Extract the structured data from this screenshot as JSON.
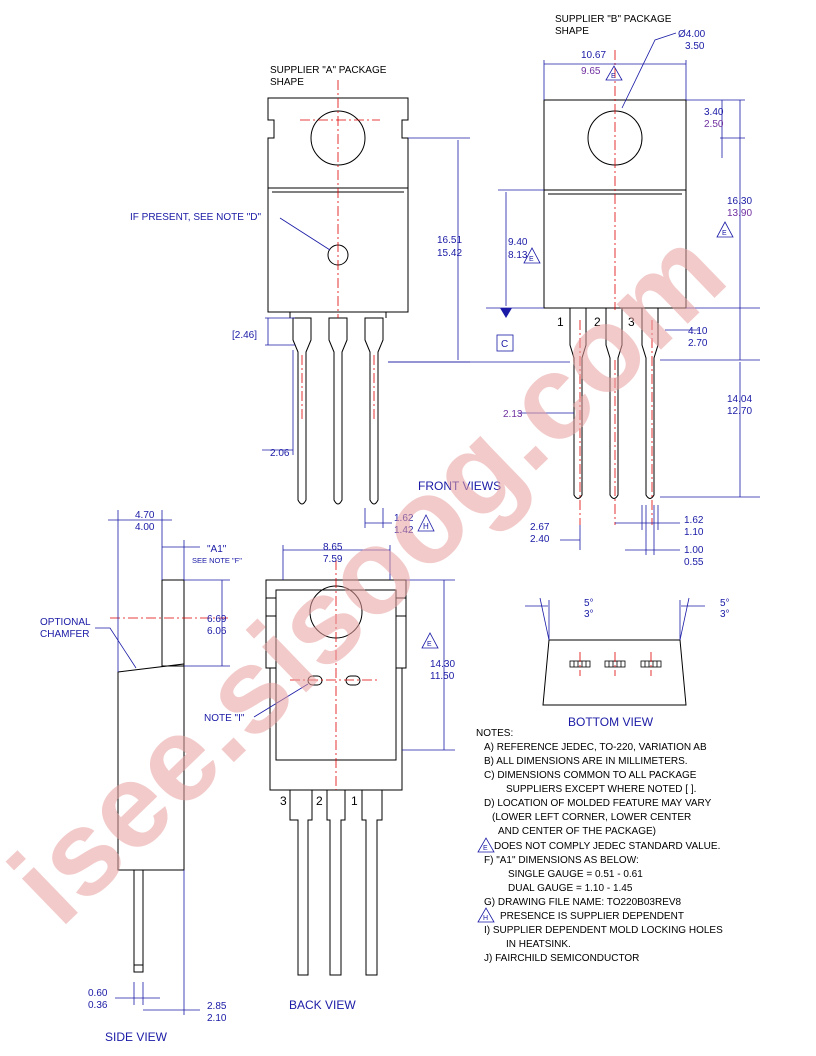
{
  "labels": {
    "supplier_a": [
      "SUPPLIER \"A\" PACKAGE",
      "SHAPE"
    ],
    "supplier_b": [
      "SUPPLIER \"B\" PACKAGE",
      "SHAPE"
    ],
    "if_present": "IF PRESENT, SEE NOTE \"D\"",
    "front_views": "FRONT VIEWS",
    "bottom_view": "BOTTOM VIEW",
    "back_view": "BACK VIEW",
    "side_view": "SIDE VIEW",
    "optional_chamfer": [
      "OPTIONAL",
      "CHAMFER"
    ],
    "note_i": "NOTE \"I\"",
    "a1": "\"A1\"",
    "see_note_f": "SEE NOTE \"F\"",
    "datum_c": "C",
    "pin_front": [
      "1",
      "2",
      "3"
    ],
    "pin_back": [
      "3",
      "2",
      "1"
    ]
  },
  "dims": {
    "d1067": "10.67",
    "d965": "9.65",
    "d400": "Ø4.00",
    "d350": "3.50",
    "d340": "3.40",
    "d250": "2.50",
    "d1630": "16.30",
    "d1390": "13.90",
    "d1651": "16.51",
    "d1542": "15.42",
    "d940": "9.40",
    "d813": "8.13",
    "d246": "[2.46]",
    "d410": "4.10",
    "d270": "2.70",
    "d213": "2.13",
    "d1404": "14.04",
    "d1270": "12.70",
    "d206": "2.06",
    "d162a": "1.62",
    "d142": "1.42",
    "d267": "2.67",
    "d240": "2.40",
    "d162b": "1.62",
    "d110": "1.10",
    "d100": "1.00",
    "d055": "0.55",
    "d470": "4.70",
    "d400b": "4.00",
    "d865": "8.65",
    "d759": "7.59",
    "d669": "6.69",
    "d606": "6.06",
    "d1430": "14.30",
    "d1150": "11.50",
    "d060": "0.60",
    "d036": "0.36",
    "d285": "2.85",
    "d210": "2.10",
    "deg5a": "5°",
    "deg3a": "3°",
    "deg5b": "5°",
    "deg3b": "3°"
  },
  "notes": [
    "NOTES:",
    "A) REFERENCE JEDEC, TO-220, VARIATION AB",
    "B) ALL DIMENSIONS ARE IN MILLIMETERS.",
    "C) DIMENSIONS COMMON TO ALL PACKAGE",
    "SUPPLIERS EXCEPT WHERE NOTED [  ].",
    "D) LOCATION OF MOLDED FEATURE MAY VARY",
    "(LOWER LEFT CORNER, LOWER CENTER",
    "AND CENTER OF THE PACKAGE)",
    "DOES NOT COMPLY JEDEC STANDARD VALUE.",
    "F) \"A1\" DIMENSIONS AS BELOW:",
    "SINGLE GAUGE = 0.51 - 0.61",
    "DUAL GAUGE    = 1.10 - 1.45",
    "G) DRAWING FILE NAME: TO220B03REV8",
    "PRESENCE IS SUPPLIER DEPENDENT",
    "I)  SUPPLIER DEPENDENT MOLD LOCKING HOLES",
    "IN HEATSINK.",
    "J)  FAIRCHILD SEMICONDUCTOR"
  ],
  "flags": {
    "e": "E",
    "h": "H"
  },
  "watermark": "isee.sisoog.com",
  "colors": {
    "dimension": "#1a1aa6",
    "centerline": "#e00000",
    "tolerance": "#7030a0",
    "watermark": "#e8a0a0"
  }
}
